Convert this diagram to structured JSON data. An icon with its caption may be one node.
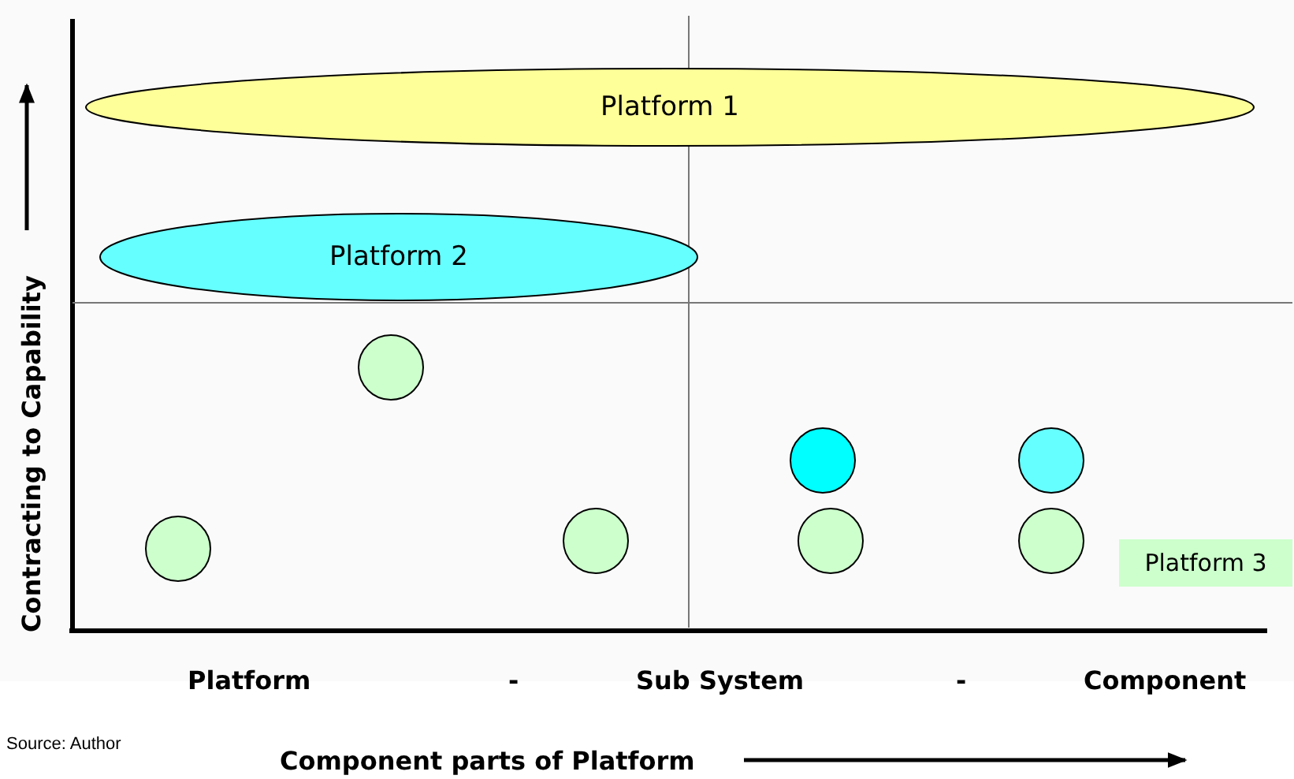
{
  "diagram": {
    "nodes": [
      {
        "text": [
          "Platform 1"
        ]
      },
      {
        "text": [
          "Platform 2"
        ]
      },
      {
        "text": [],
        "shape": "circle"
      },
      {
        "text": [],
        "shape": "circle"
      },
      {
        "text": [],
        "shape": "circle"
      },
      {
        "text": [],
        "shape": "circle"
      },
      {
        "text": [],
        "shape": "circle"
      },
      {
        "text": [],
        "shape": "circle"
      },
      {
        "text": [],
        "shape": "circle"
      },
      {
        "text": [
          "Platform 3"
        ]
      }
    ],
    "labels": [
      "Contracting to Capability",
      "Platform",
      "-",
      "Sub System",
      "-",
      "Component",
      "Source: Author",
      "Component parts of Platform"
    ]
  }
}
